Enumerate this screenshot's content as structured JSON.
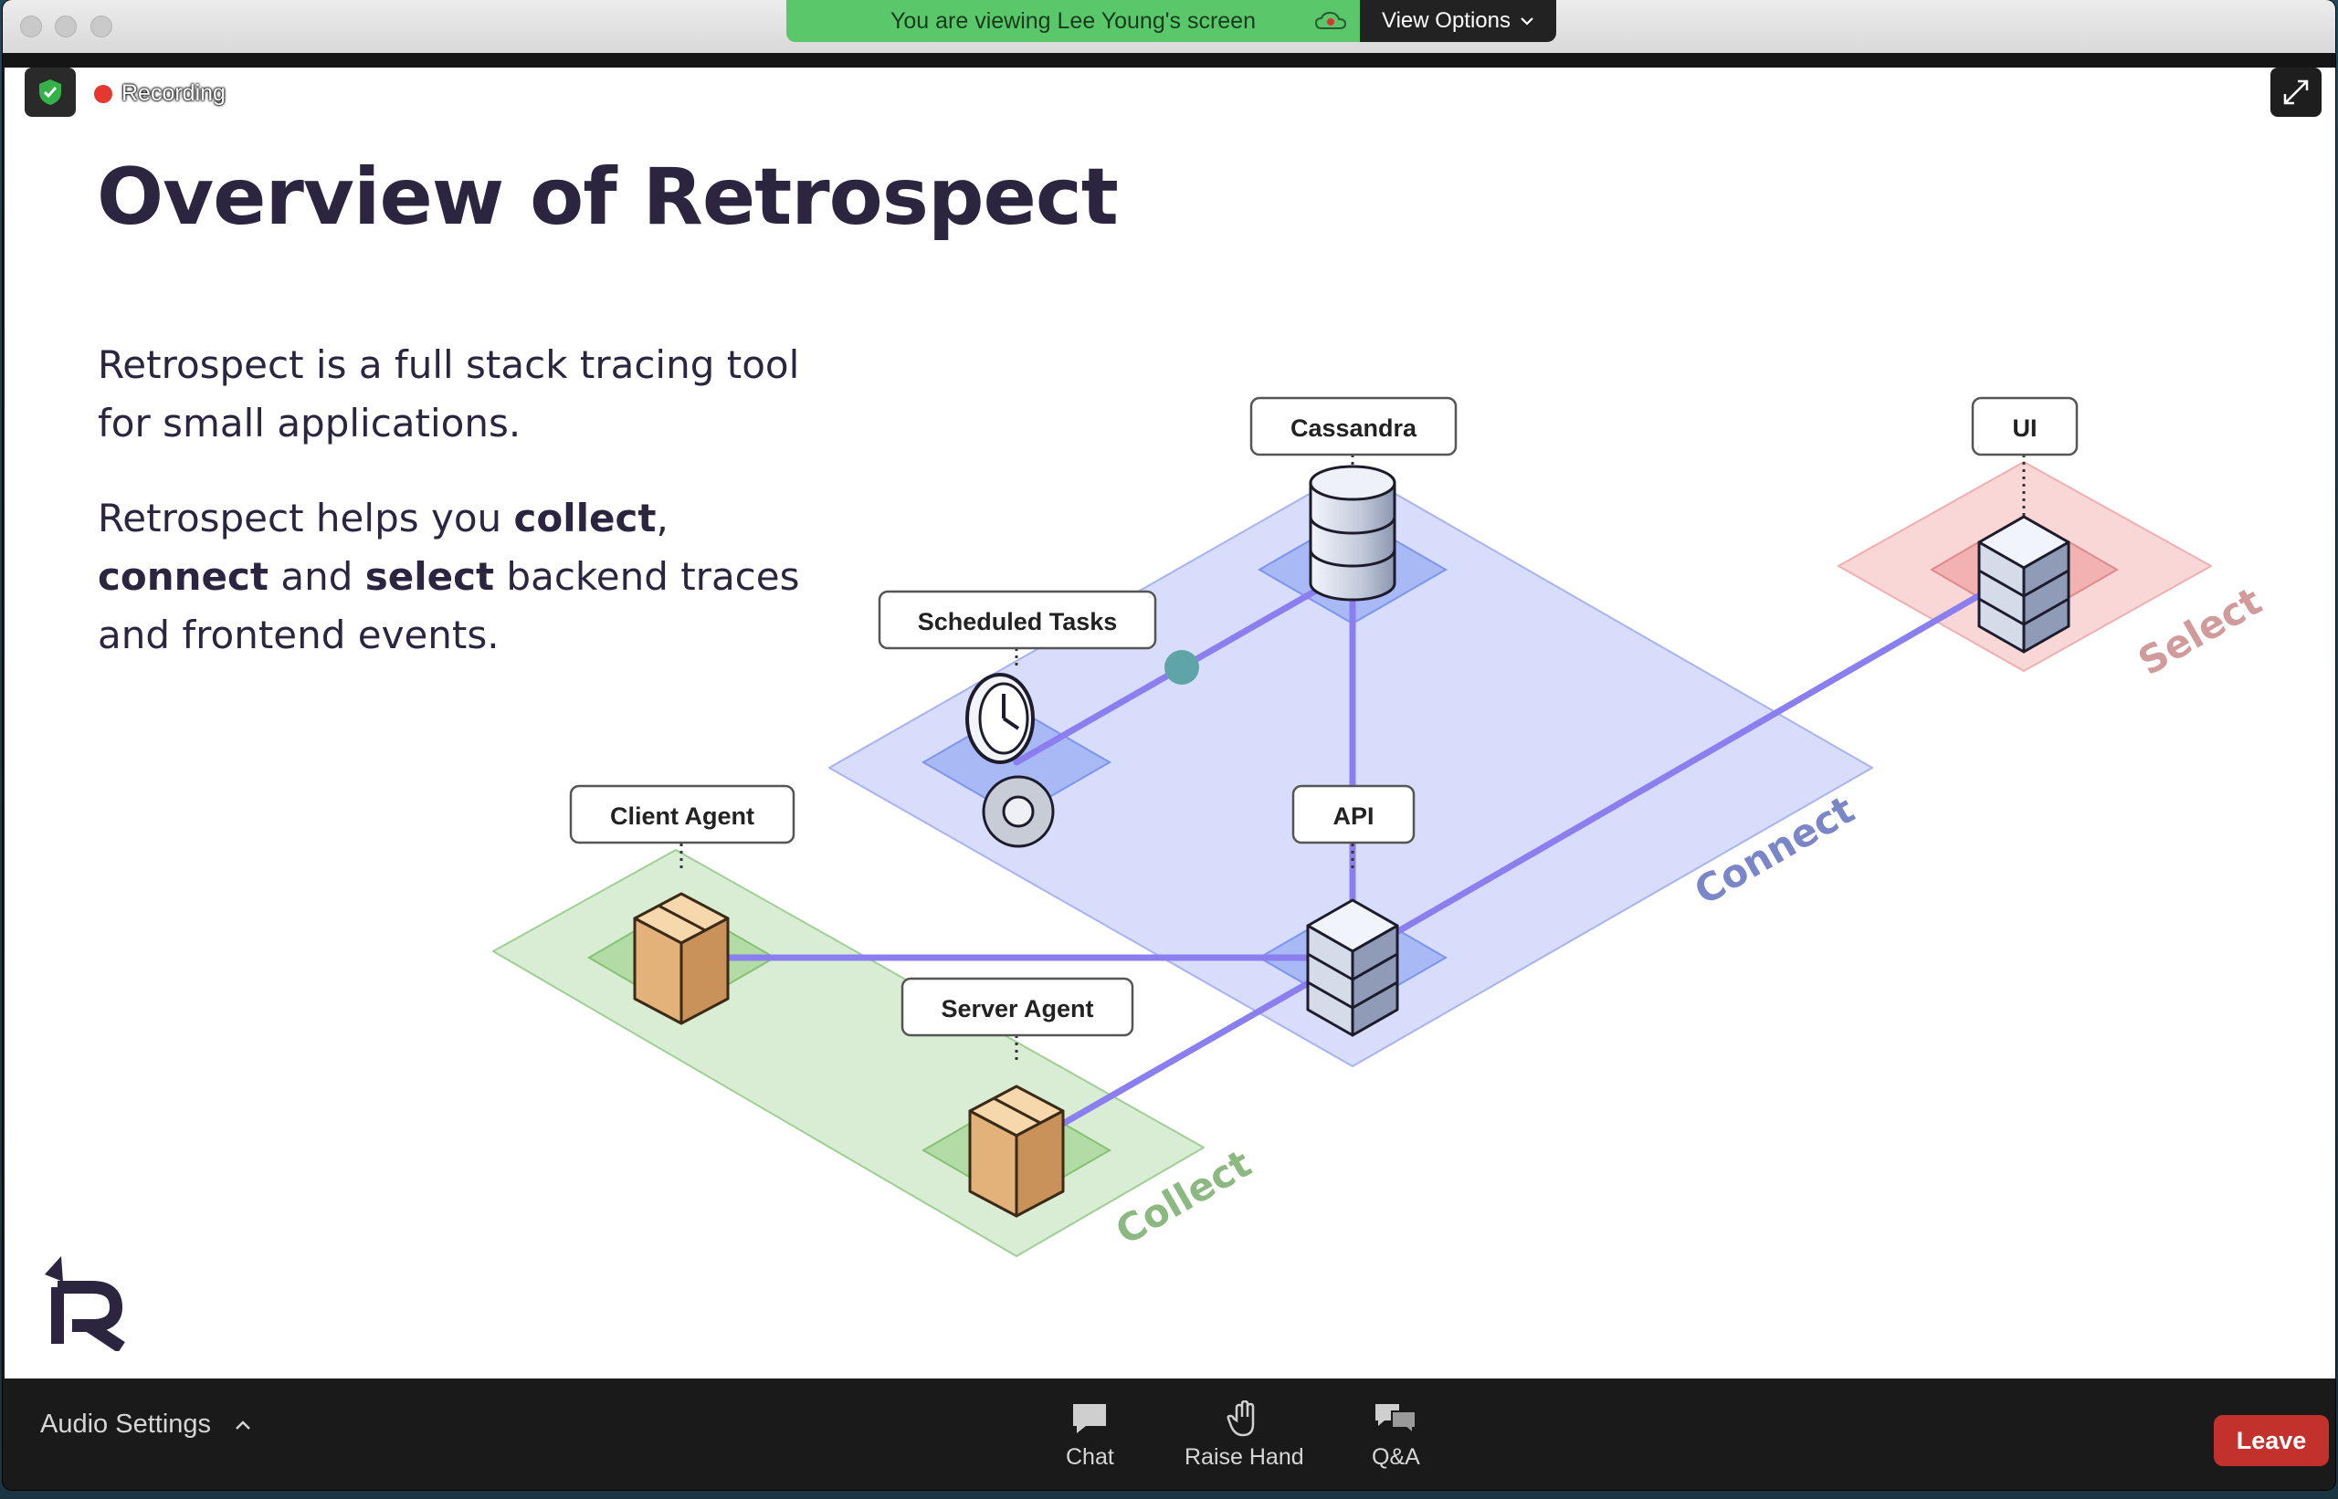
{
  "banner": {
    "viewing_text": "You are viewing Lee Young's screen",
    "view_options_label": "View Options"
  },
  "meeting": {
    "recording_label": "Recording"
  },
  "slide": {
    "title": "Overview of Retrospect",
    "para1": "Retrospect is a full stack tracing tool for small applications.",
    "para2": {
      "intro": "Retrospect helps you ",
      "collect": "collect",
      "comma": ", ",
      "connect": "connect",
      "and1": " and ",
      "select": "select",
      "rest": " backend traces and frontend events."
    },
    "diagram": {
      "nodes": {
        "cassandra": "Cassandra",
        "ui": "UI",
        "scheduled_tasks": "Scheduled Tasks",
        "client_agent": "Client Agent",
        "api": "API",
        "server_agent": "Server Agent"
      },
      "zones": {
        "connect": "Connect",
        "select": "Select",
        "collect": "Collect"
      }
    }
  },
  "toolbar": {
    "audio_settings": "Audio Settings",
    "chat": "Chat",
    "raise_hand": "Raise Hand",
    "qa": "Q&A",
    "leave": "Leave"
  },
  "colors": {
    "banner_green": "#5ac86a",
    "leave_red": "#c2312c",
    "connect_zone": "#d6dcfb",
    "select_zone": "#f9d4d4",
    "collect_zone": "#d8ecd3",
    "link": "#8b7ff0"
  }
}
